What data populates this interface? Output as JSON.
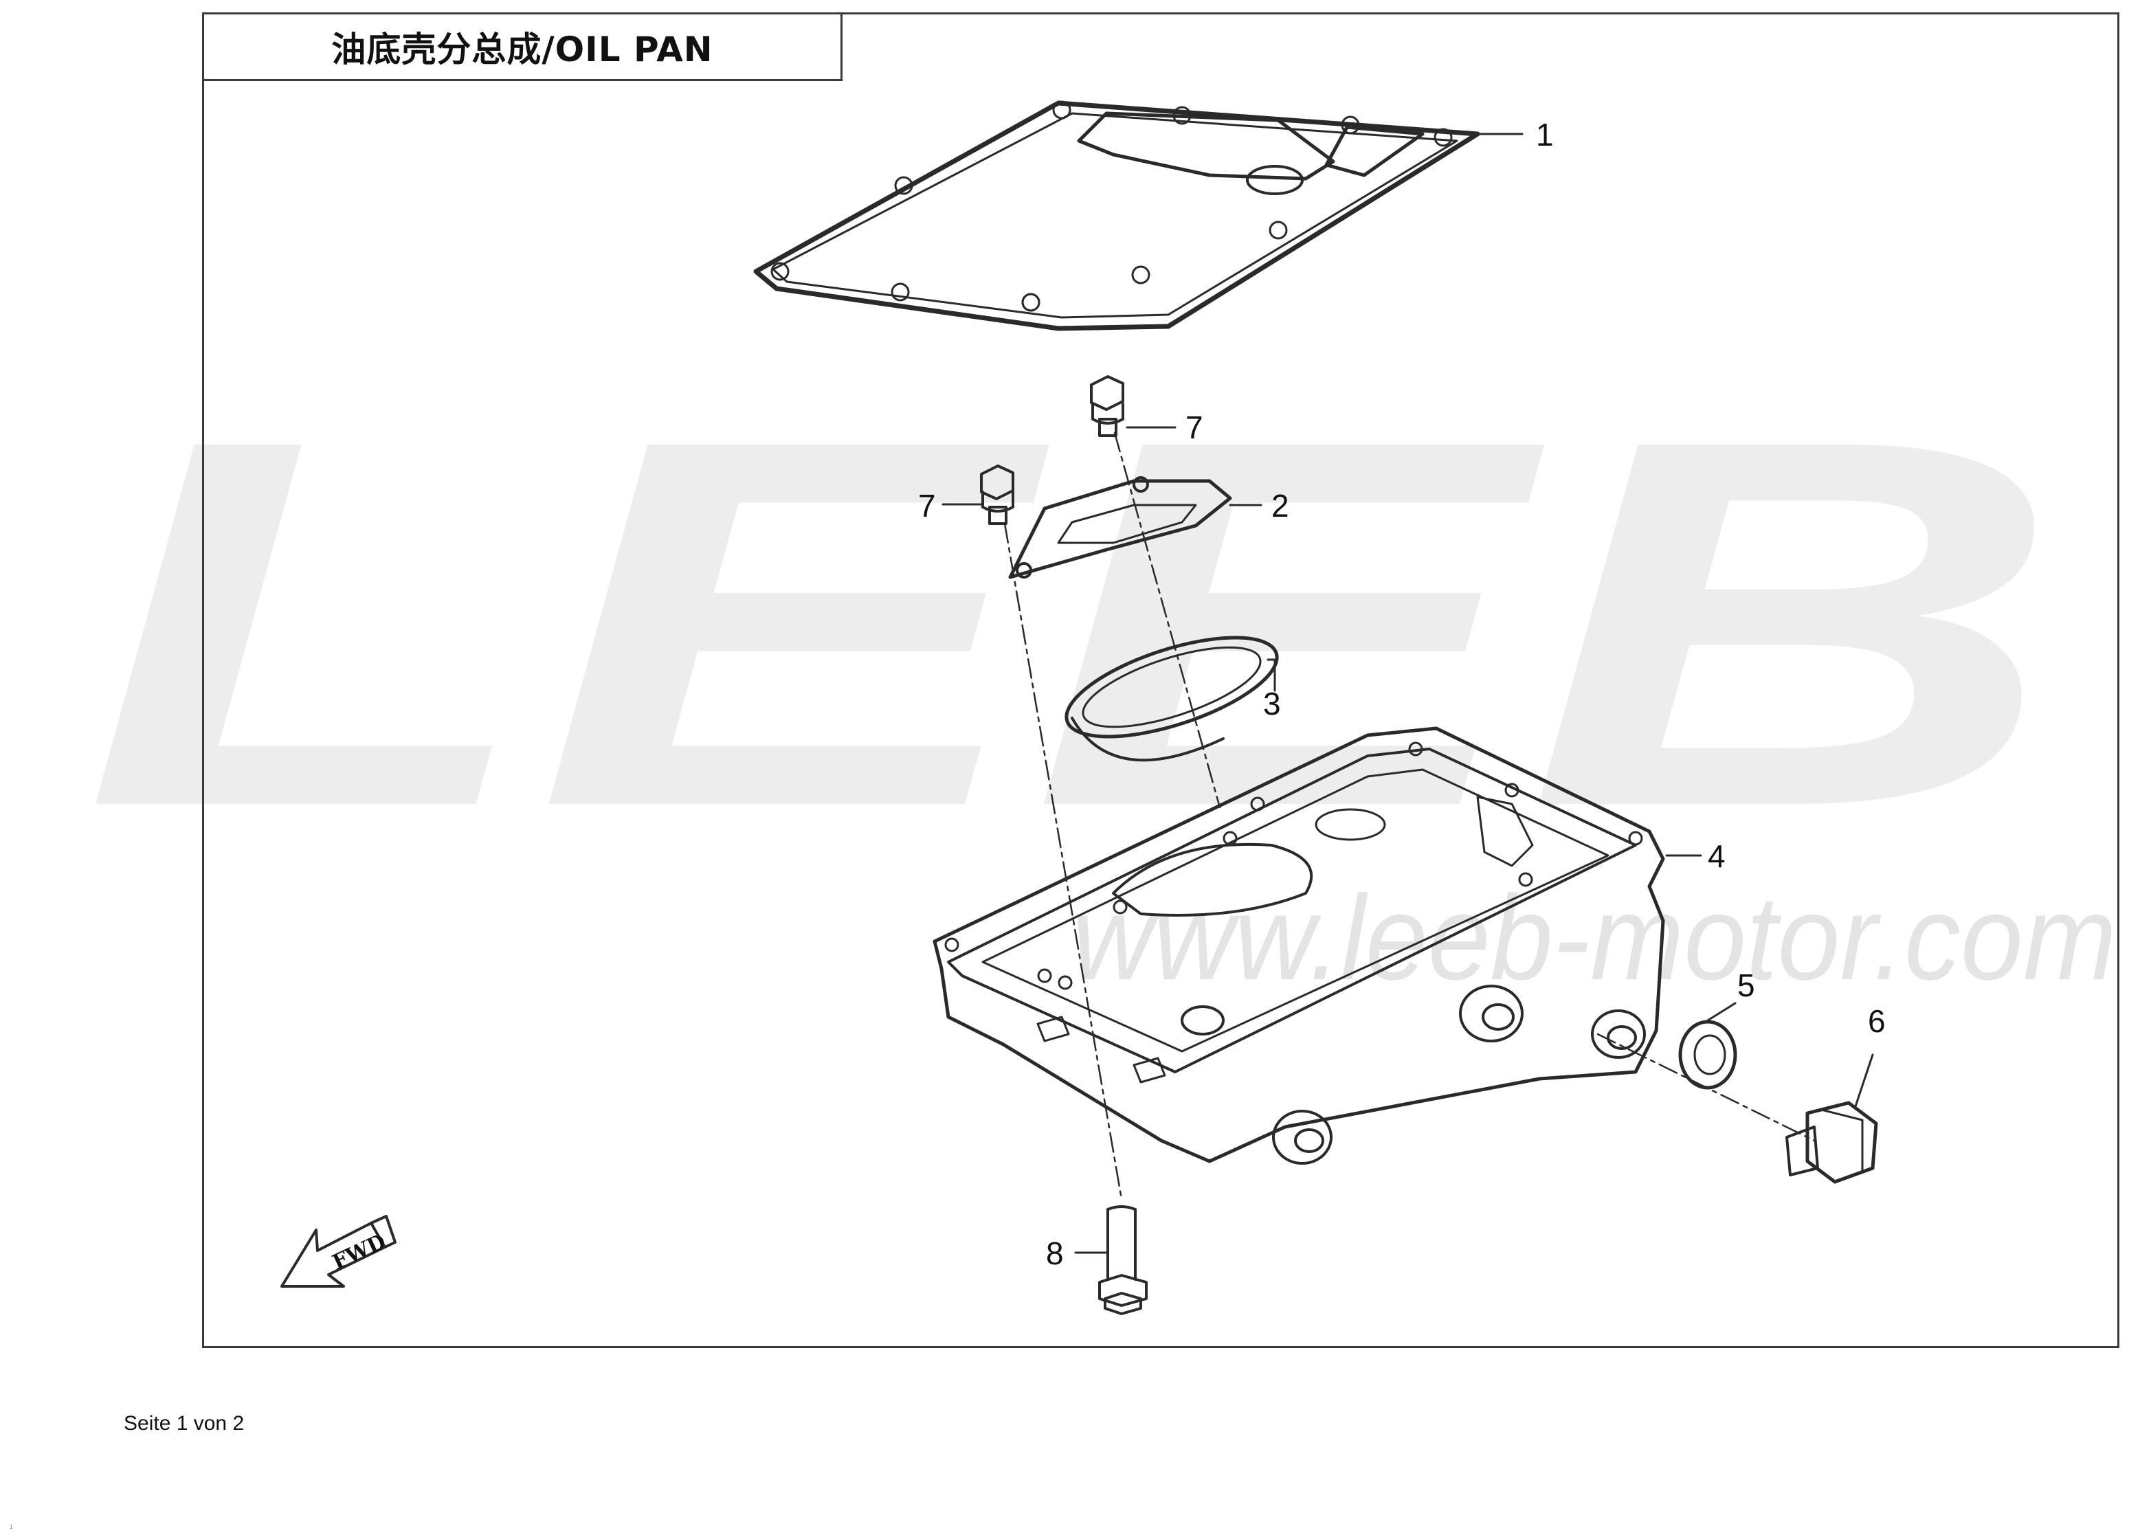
{
  "diagram": {
    "title": "油底壳分总成/OIL PAN",
    "watermark_logo": "LEEB",
    "watermark_url": "www.leeb-motor.com",
    "fwd_label": "FWD",
    "callouts": [
      "1",
      "2",
      "3",
      "4",
      "5",
      "6",
      "7",
      "7",
      "8"
    ],
    "colors": {
      "line": "#2a2a2a",
      "watermark": "#ededed",
      "border": "#3a3a3a"
    }
  },
  "footer": {
    "page_label": "Seite 1 von 2",
    "corner_mark": "1"
  }
}
